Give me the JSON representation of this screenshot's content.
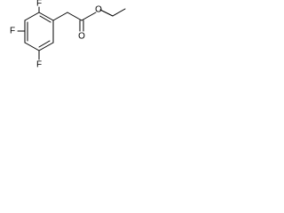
{
  "molecule": {
    "atoms": {
      "f_top": "F",
      "f_left": "F",
      "f_bottom": "F",
      "o_ester": "O",
      "o_carbonyl": "O"
    },
    "colors": {
      "bond": "#000000",
      "text": "#000000",
      "background": "#ffffff"
    }
  }
}
